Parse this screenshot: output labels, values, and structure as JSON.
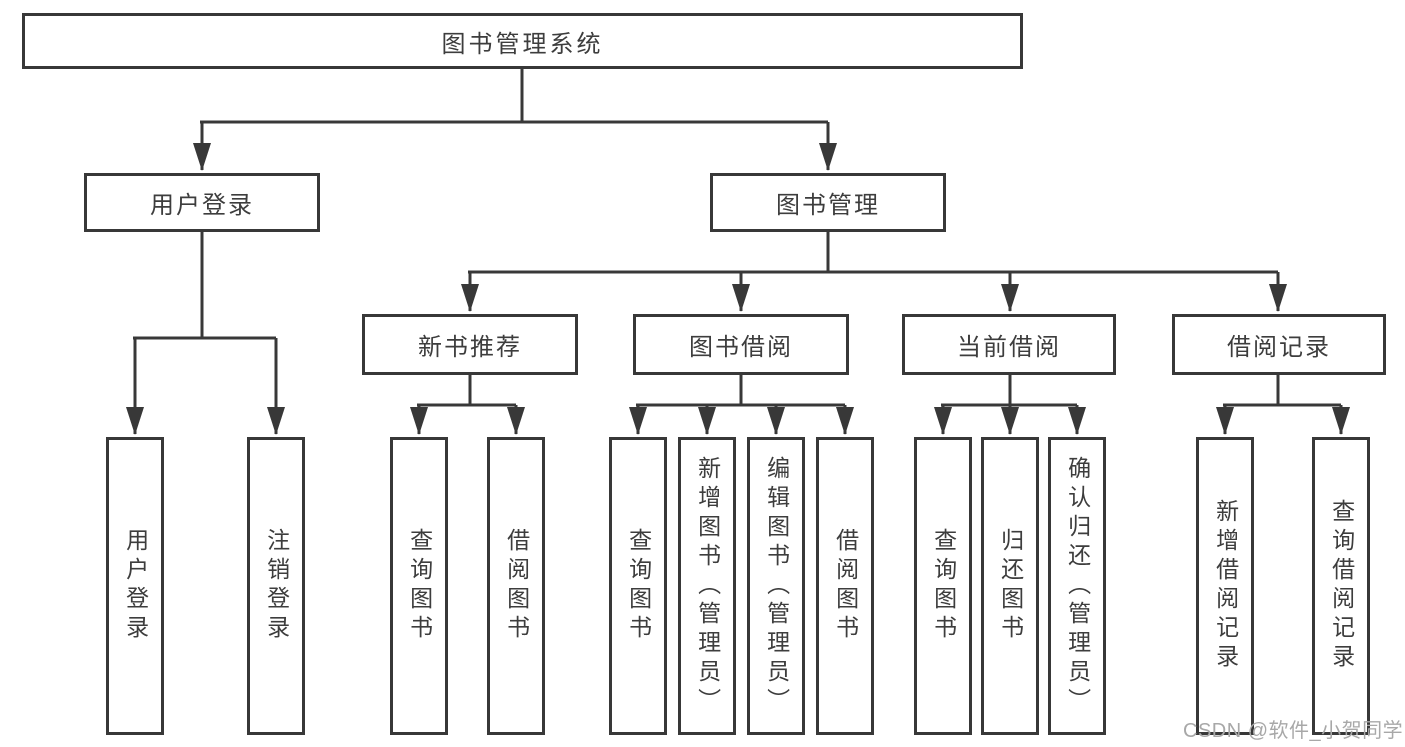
{
  "tree": {
    "root": {
      "label": "图书管理系统"
    },
    "branches": [
      {
        "label": "用户登录",
        "children": [
          {
            "label": "用户登录"
          },
          {
            "label": "注销登录"
          }
        ]
      },
      {
        "label": "图书管理",
        "children": [
          {
            "label": "新书推荐",
            "children": [
              {
                "label": "查询图书"
              },
              {
                "label": "借阅图书"
              }
            ]
          },
          {
            "label": "图书借阅",
            "children": [
              {
                "label": "查询图书"
              },
              {
                "label": "新增图书（管理员）"
              },
              {
                "label": "编辑图书（管理员）"
              },
              {
                "label": "借阅图书"
              }
            ]
          },
          {
            "label": "当前借阅",
            "children": [
              {
                "label": "查询图书"
              },
              {
                "label": "归还图书"
              },
              {
                "label": "确认归还（管理员）"
              }
            ]
          },
          {
            "label": "借阅记录",
            "children": [
              {
                "label": "新增借阅记录"
              },
              {
                "label": "查询借阅记录"
              }
            ]
          }
        ]
      }
    ]
  },
  "watermark": "CSDN @软件_小贺同学",
  "colors": {
    "line": "#383838",
    "box_border": "#383838",
    "text": "#3d3d3d",
    "watermark": "#a8a8a8",
    "background": "#ffffff"
  }
}
